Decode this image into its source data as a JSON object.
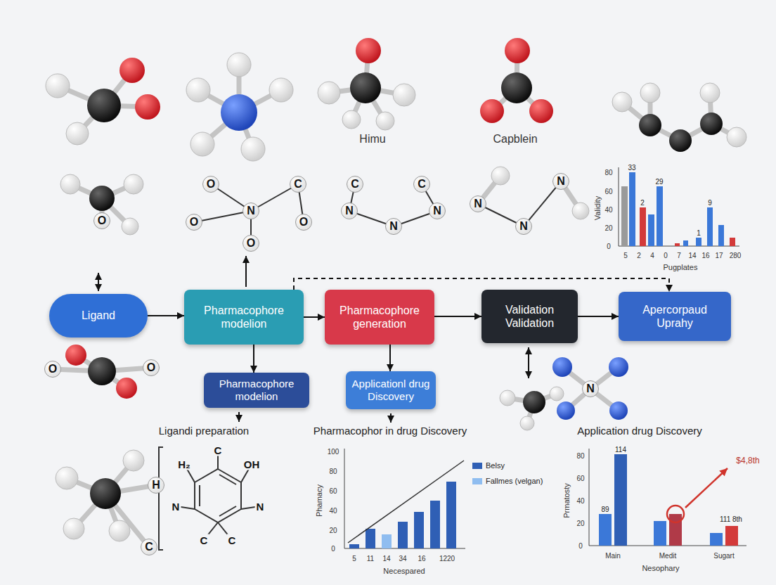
{
  "diagram": {
    "nodes": [
      {
        "text": [
          "Ligand"
        ]
      },
      {
        "text": [
          "Pharmacophore modelion"
        ]
      },
      {
        "text": [
          "Pharmacophore generation"
        ]
      },
      {
        "text": [
          "Validation Validation"
        ]
      },
      {
        "text": [
          "Apercorpaud Uprahy"
        ]
      },
      {
        "text": [
          "Pharmacophore modelion"
        ]
      },
      {
        "text": [
          "Applicationl drug Discovery"
        ]
      }
    ],
    "edges": [
      {
        "from": 0,
        "to": 1,
        "arrow": "to"
      },
      {
        "from": 1,
        "to": 2,
        "arrow": "to"
      },
      {
        "from": 2,
        "to": 3,
        "arrow": "to"
      },
      {
        "from": 3,
        "to": 4,
        "arrow": "to"
      },
      {
        "from": 1,
        "to": 5,
        "arrow": "to"
      },
      {
        "from": 2,
        "to": 6,
        "arrow": "to"
      },
      {
        "from": 1,
        "to": 4,
        "arrow": "to"
      }
    ],
    "labels": [
      "Himu",
      "Capblein",
      "O",
      "C",
      "N",
      "O",
      "O",
      "O",
      "C",
      "C",
      "N",
      "N",
      "N",
      "N",
      "N",
      "N",
      "O",
      "O",
      "O",
      "H",
      "C",
      "H₂",
      "C",
      "OH",
      "N",
      "N",
      "C",
      "C",
      "N",
      "Ligandi preparation",
      "Pharmacophor in drug Discovery",
      "Application drug Discovery",
      "80",
      "60",
      "40",
      "20",
      "0",
      "5",
      "2",
      "4",
      "0",
      "7",
      "14",
      "16",
      "17",
      "280",
      "Pugplates",
      "Validity",
      "33",
      "2",
      "29",
      "1",
      "9",
      "100",
      "80",
      "60",
      "40",
      "20",
      "0",
      "5",
      "11",
      "14",
      "34",
      "16",
      "1220",
      "Necespared",
      "Phamacy",
      "80",
      "60",
      "40",
      "20",
      "0",
      "Main",
      "Medit",
      "Sugart",
      "Nesophary",
      "Prmatosty",
      "89",
      "114",
      "$4,8th",
      "111 8th"
    ],
    "legend": [
      {
        "text": "Belsy",
        "color": "#2f5fb5"
      },
      {
        "text": "Fallmes (velgan)",
        "color": "#8fbdf0"
      }
    ]
  }
}
